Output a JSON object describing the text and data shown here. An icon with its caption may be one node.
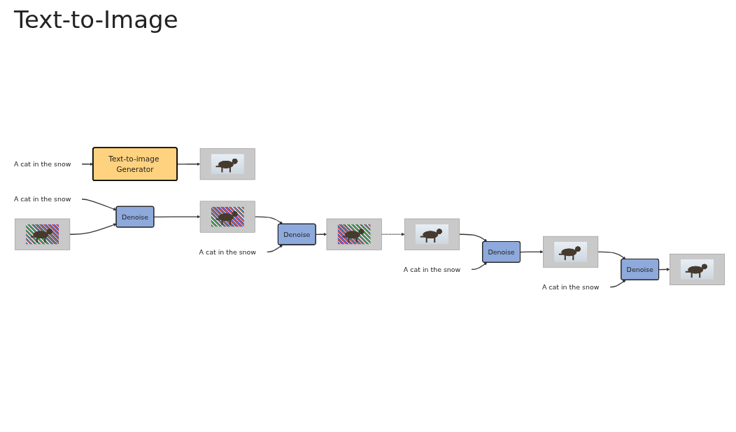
{
  "diagram": {
    "title": "Text-to-Image",
    "nodes": [
      {
        "text": [
          "A cat in the snow"
        ]
      },
      {
        "text": [
          "Text-to-image Generator"
        ]
      },
      {
        "text": [],
        "shape": "picture"
      },
      {
        "text": [
          "A cat in the snow"
        ]
      },
      {
        "text": [],
        "shape": "picture"
      },
      {
        "text": [
          "Denoise"
        ]
      },
      {
        "text": [],
        "shape": "picture"
      },
      {
        "text": [
          "A cat in the snow"
        ]
      },
      {
        "text": [
          "Denoise"
        ]
      },
      {
        "text": [],
        "shape": "picture"
      },
      {
        "text": [],
        "shape": "picture"
      },
      {
        "text": [
          "Denoise"
        ]
      },
      {
        "text": [
          "A cat in the snow"
        ]
      },
      {
        "text": [],
        "shape": "picture"
      },
      {
        "text": [
          "Denoise"
        ]
      },
      {
        "text": [
          "A cat in the snow"
        ]
      },
      {
        "text": [],
        "shape": "picture"
      }
    ],
    "edges": [
      {
        "from": 0,
        "to": 1,
        "arrow": "to"
      },
      {
        "from": 1,
        "to": 2,
        "arrow": "to"
      },
      {
        "from": 3,
        "to": 5,
        "arrow": "to"
      },
      {
        "from": 4,
        "to": 5,
        "arrow": "to"
      },
      {
        "from": 5,
        "to": 6,
        "arrow": "to"
      },
      {
        "from": 6,
        "to": 8,
        "arrow": "to"
      },
      {
        "from": 7,
        "to": 8,
        "arrow": "to"
      },
      {
        "from": 8,
        "to": 9,
        "arrow": "to"
      },
      {
        "from": 9,
        "to": 10,
        "arrow": "to",
        "style": "dashed"
      },
      {
        "from": 10,
        "to": 11,
        "arrow": "to"
      },
      {
        "from": 12,
        "to": 11,
        "arrow": "to"
      },
      {
        "from": 11,
        "to": 13,
        "arrow": "to"
      },
      {
        "from": 13,
        "to": 14,
        "arrow": "to"
      },
      {
        "from": 15,
        "to": 14,
        "arrow": "to"
      },
      {
        "from": 14,
        "to": 16,
        "arrow": "to"
      }
    ]
  }
}
